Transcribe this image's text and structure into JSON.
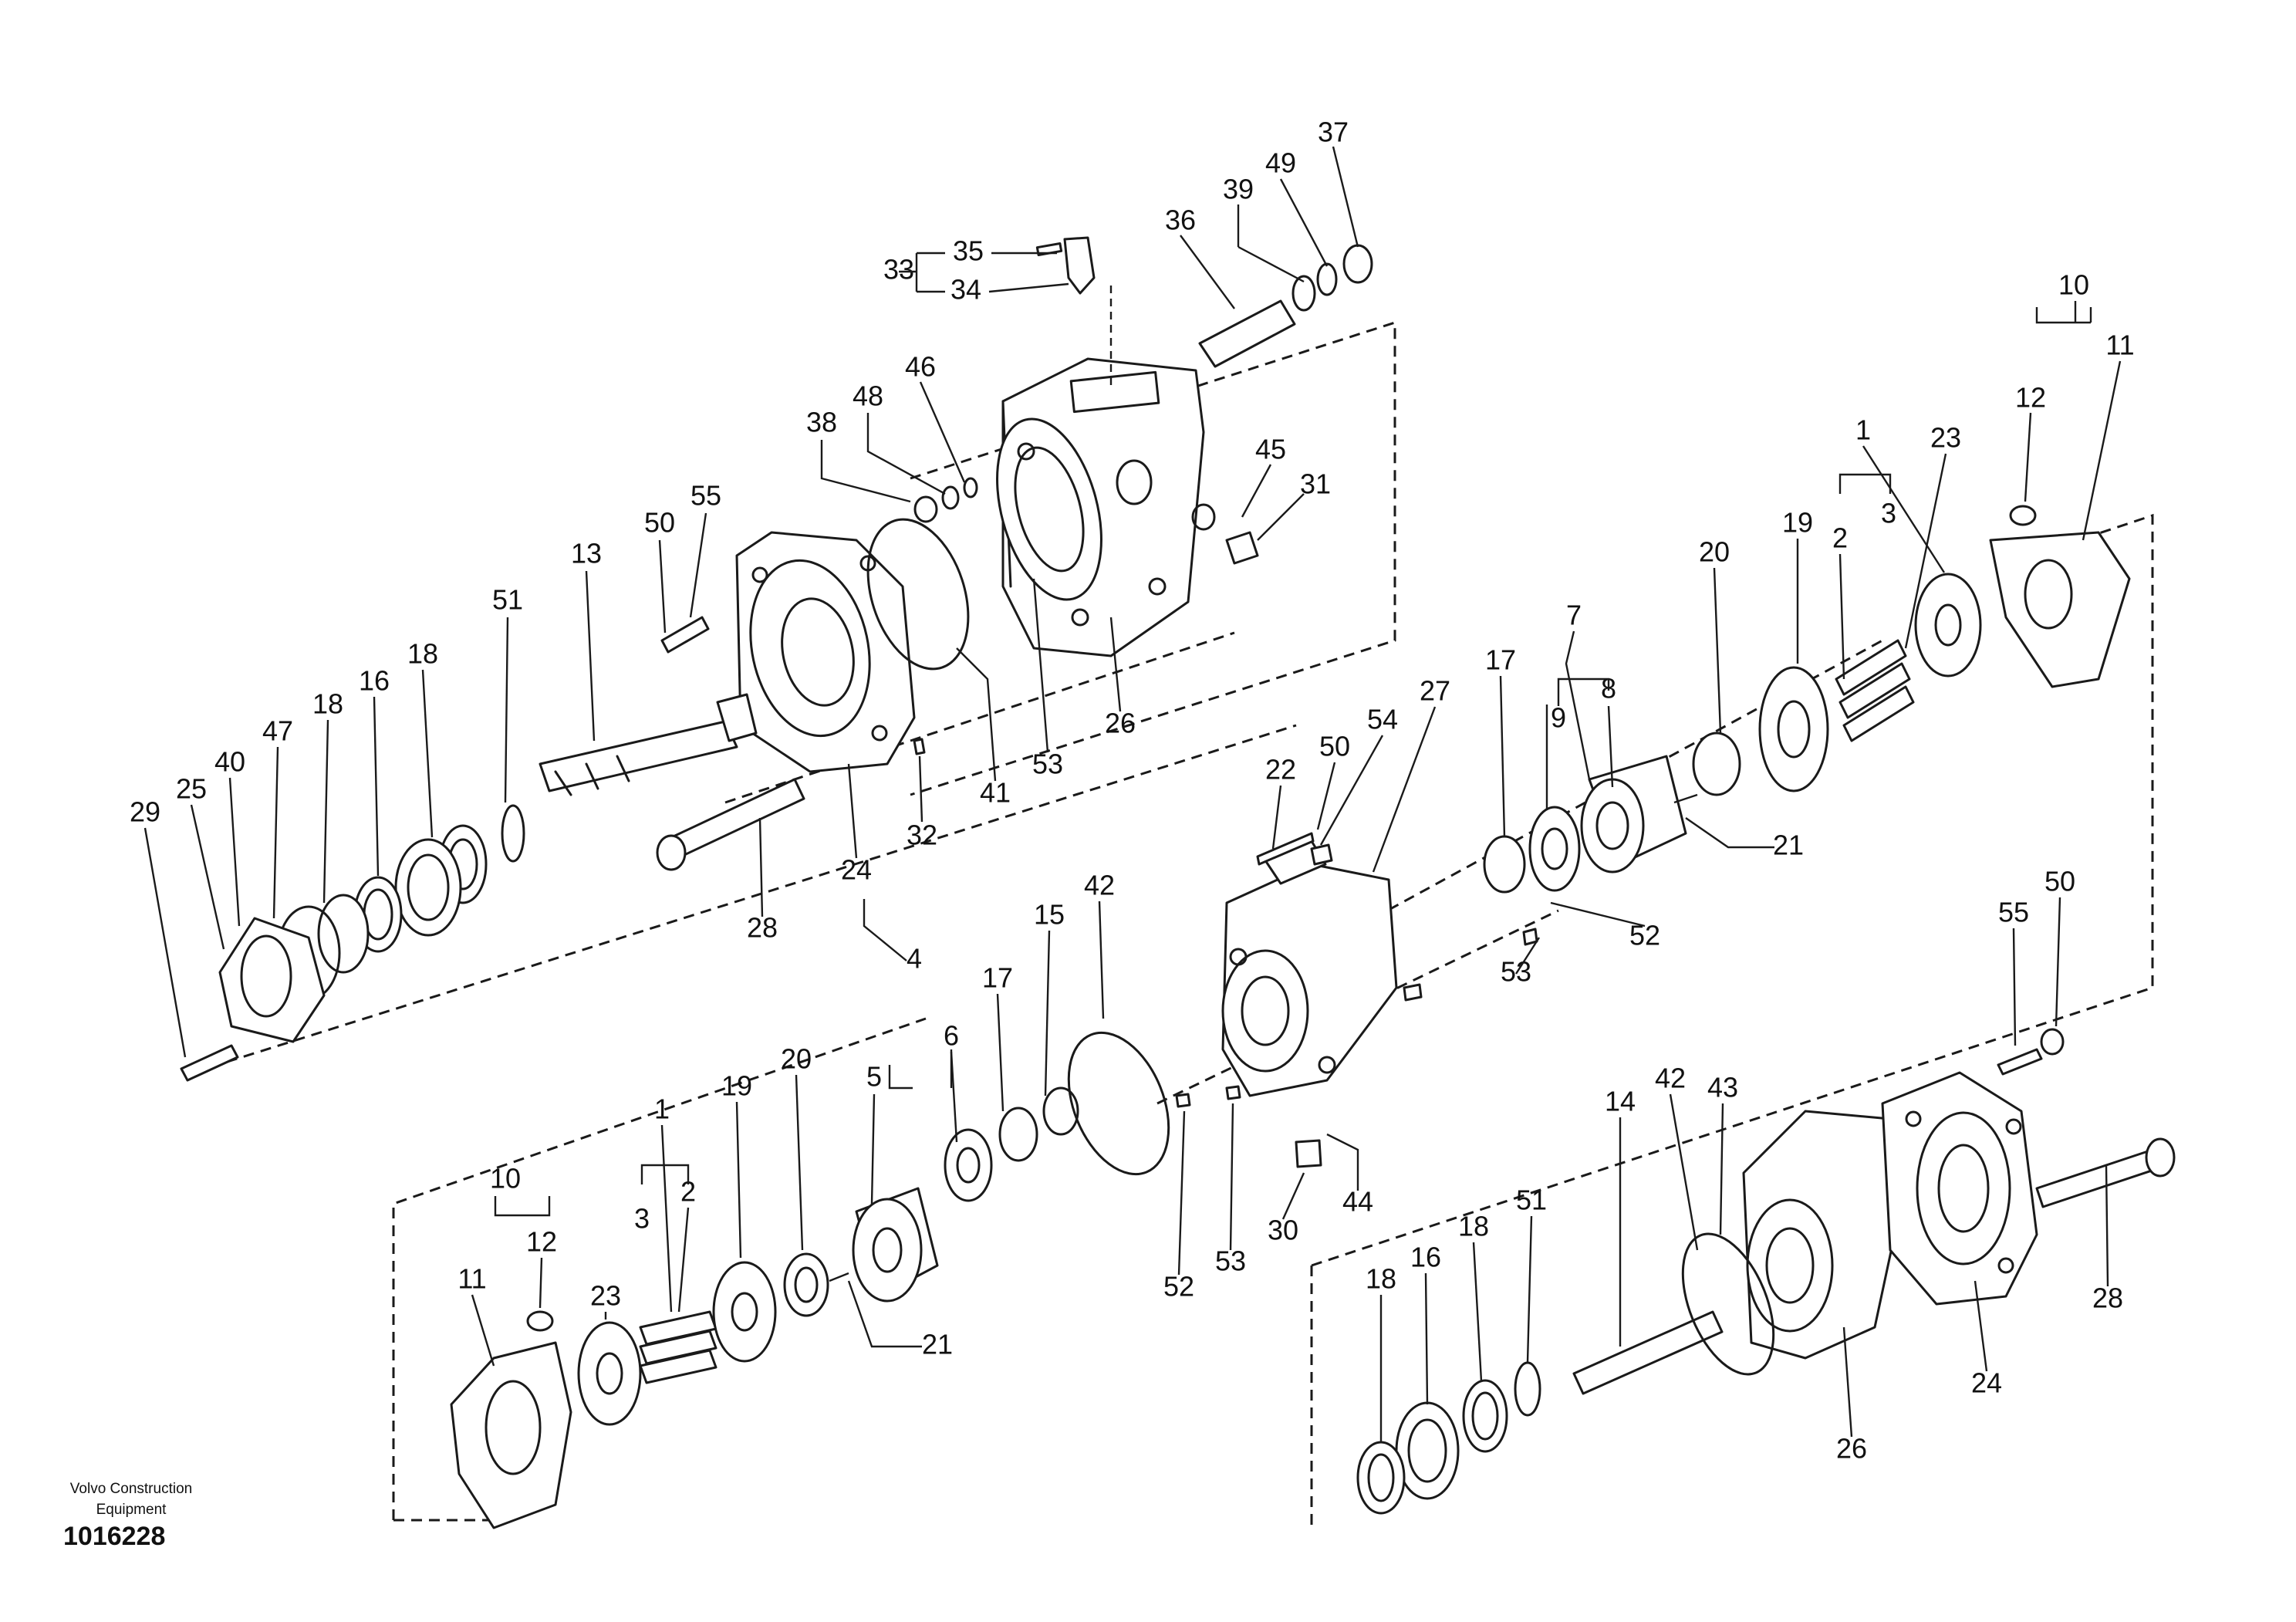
{
  "diagram": {
    "company_line1": "Volvo Construction",
    "company_line2": "Equipment",
    "drawing_number": "1016228",
    "callouts": [
      {
        "id": "c1",
        "text": "33"
      },
      {
        "id": "c2",
        "text": "35"
      },
      {
        "id": "c3",
        "text": "34"
      },
      {
        "id": "c4",
        "text": "36"
      },
      {
        "id": "c5",
        "text": "39"
      },
      {
        "id": "c6",
        "text": "49"
      },
      {
        "id": "c7",
        "text": "37"
      },
      {
        "id": "c8",
        "text": "48"
      },
      {
        "id": "c9",
        "text": "46"
      },
      {
        "id": "c10",
        "text": "38"
      },
      {
        "id": "c11",
        "text": "45"
      },
      {
        "id": "c12",
        "text": "31"
      },
      {
        "id": "c13",
        "text": "50"
      },
      {
        "id": "c14",
        "text": "55"
      },
      {
        "id": "c15",
        "text": "13"
      },
      {
        "id": "c16",
        "text": "51"
      },
      {
        "id": "c17",
        "text": "18"
      },
      {
        "id": "c18",
        "text": "16"
      },
      {
        "id": "c19",
        "text": "18"
      },
      {
        "id": "c20",
        "text": "47"
      },
      {
        "id": "c21",
        "text": "40"
      },
      {
        "id": "c22",
        "text": "25"
      },
      {
        "id": "c23",
        "text": "29"
      },
      {
        "id": "c24",
        "text": "41"
      },
      {
        "id": "c25",
        "text": "53"
      },
      {
        "id": "c26",
        "text": "26"
      },
      {
        "id": "c27",
        "text": "24"
      },
      {
        "id": "c28",
        "text": "32"
      },
      {
        "id": "c29",
        "text": "28"
      },
      {
        "id": "c30",
        "text": "10"
      },
      {
        "id": "c31",
        "text": "11"
      },
      {
        "id": "c32",
        "text": "12"
      },
      {
        "id": "c33",
        "text": "1"
      },
      {
        "id": "c34",
        "text": "2"
      },
      {
        "id": "c35",
        "text": "3"
      },
      {
        "id": "c36",
        "text": "23"
      },
      {
        "id": "c37",
        "text": "19"
      },
      {
        "id": "c38",
        "text": "20"
      },
      {
        "id": "c39",
        "text": "21"
      },
      {
        "id": "c40",
        "text": "7"
      },
      {
        "id": "c41",
        "text": "9"
      },
      {
        "id": "c42",
        "text": "8"
      },
      {
        "id": "c43",
        "text": "17"
      },
      {
        "id": "c44",
        "text": "27"
      },
      {
        "id": "c45",
        "text": "54"
      },
      {
        "id": "c46",
        "text": "50"
      },
      {
        "id": "c47",
        "text": "22"
      },
      {
        "id": "c48",
        "text": "52"
      },
      {
        "id": "c49",
        "text": "53"
      },
      {
        "id": "c50",
        "text": "4"
      },
      {
        "id": "c51",
        "text": "5"
      },
      {
        "id": "c52",
        "text": "6"
      },
      {
        "id": "c53",
        "text": "17"
      },
      {
        "id": "c54",
        "text": "15"
      },
      {
        "id": "c55",
        "text": "42"
      },
      {
        "id": "c56",
        "text": "10"
      },
      {
        "id": "c57",
        "text": "11"
      },
      {
        "id": "c58",
        "text": "12"
      },
      {
        "id": "c59",
        "text": "23"
      },
      {
        "id": "c60",
        "text": "1"
      },
      {
        "id": "c61",
        "text": "3"
      },
      {
        "id": "c62",
        "text": "2"
      },
      {
        "id": "c63",
        "text": "19"
      },
      {
        "id": "c64",
        "text": "20"
      },
      {
        "id": "c65",
        "text": "21"
      },
      {
        "id": "c66",
        "text": "52"
      },
      {
        "id": "c67",
        "text": "53"
      },
      {
        "id": "c68",
        "text": "30"
      },
      {
        "id": "c69",
        "text": "44"
      },
      {
        "id": "c70",
        "text": "55"
      },
      {
        "id": "c71",
        "text": "50"
      },
      {
        "id": "c72",
        "text": "43"
      },
      {
        "id": "c73",
        "text": "42"
      },
      {
        "id": "c74",
        "text": "14"
      },
      {
        "id": "c75",
        "text": "51"
      },
      {
        "id": "c76",
        "text": "18"
      },
      {
        "id": "c77",
        "text": "16"
      },
      {
        "id": "c78",
        "text": "18"
      },
      {
        "id": "c79",
        "text": "26"
      },
      {
        "id": "c80",
        "text": "24"
      },
      {
        "id": "c81",
        "text": "28"
      }
    ]
  }
}
